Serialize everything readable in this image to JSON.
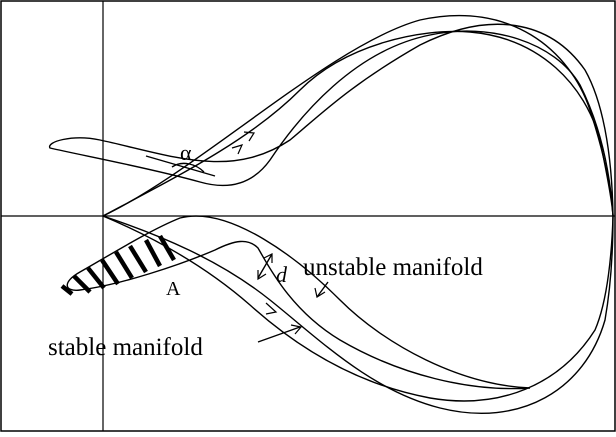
{
  "labels": {
    "alpha": "α",
    "d": "d",
    "A": "A",
    "unstable": "unstable manifold",
    "stable": "stable manifold"
  }
}
